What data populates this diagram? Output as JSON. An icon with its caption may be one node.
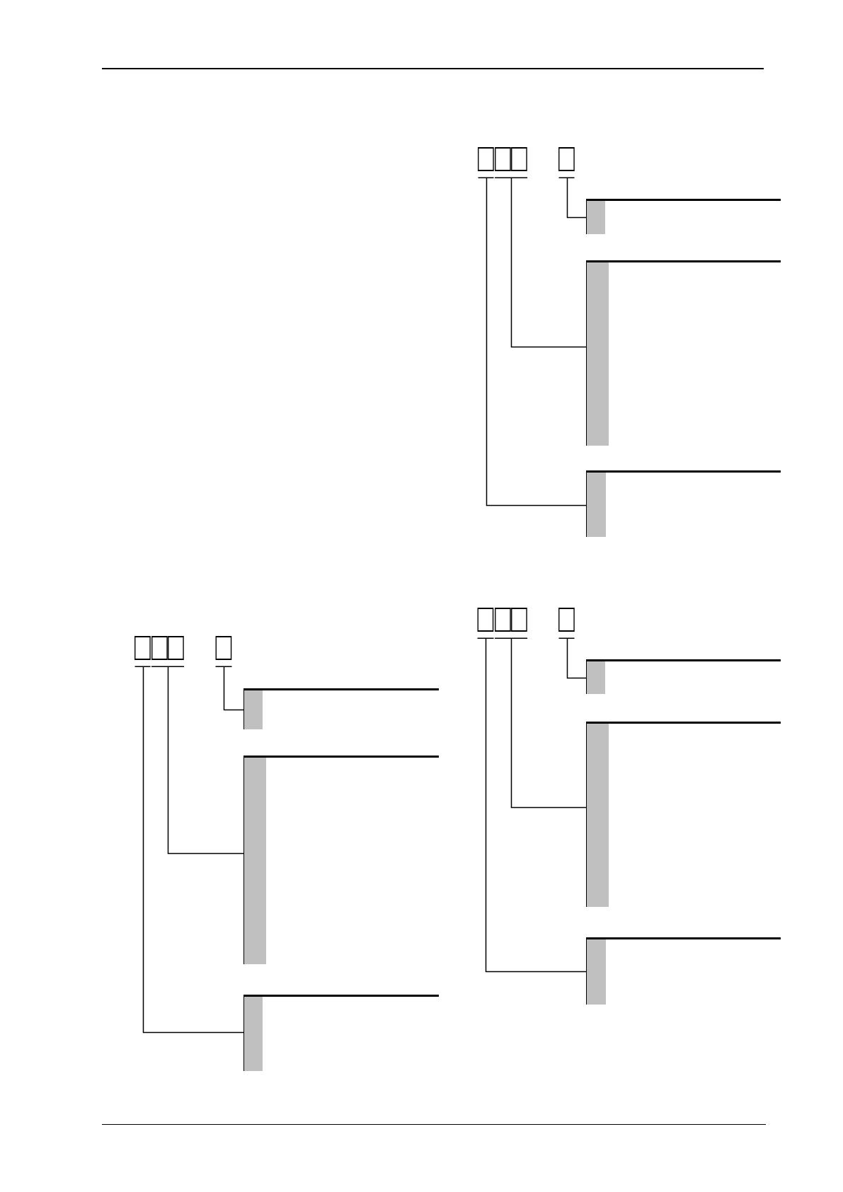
{
  "diagram": {
    "nodes": [
      {
        "text": [
          "□"
        ]
      },
      {
        "text": [
          "□□"
        ]
      },
      {
        "text": [
          "□"
        ]
      },
      {
        "text": [],
        "shape": "bar"
      },
      {
        "text": [],
        "shape": "bar"
      },
      {
        "text": [],
        "shape": "bar"
      },
      {
        "text": [
          "□"
        ]
      },
      {
        "text": [
          "□□"
        ]
      },
      {
        "text": [
          "□"
        ]
      },
      {
        "text": [],
        "shape": "bar"
      },
      {
        "text": [],
        "shape": "bar"
      },
      {
        "text": [],
        "shape": "bar"
      },
      {
        "text": [
          "□"
        ]
      },
      {
        "text": [
          "□□"
        ]
      },
      {
        "text": [
          "□"
        ]
      },
      {
        "text": [],
        "shape": "bar"
      },
      {
        "text": [],
        "shape": "bar"
      },
      {
        "text": [],
        "shape": "bar"
      }
    ],
    "edges": [
      {
        "from": 0,
        "to": 5,
        "arrow": "none"
      },
      {
        "from": 1,
        "to": 4,
        "arrow": "none"
      },
      {
        "from": 2,
        "to": 3,
        "arrow": "none"
      },
      {
        "from": 6,
        "to": 11,
        "arrow": "none"
      },
      {
        "from": 7,
        "to": 10,
        "arrow": "none"
      },
      {
        "from": 8,
        "to": 9,
        "arrow": "none"
      },
      {
        "from": 12,
        "to": 17,
        "arrow": "none"
      },
      {
        "from": 13,
        "to": 16,
        "arrow": "none"
      },
      {
        "from": 14,
        "to": 15,
        "arrow": "none"
      }
    ]
  }
}
